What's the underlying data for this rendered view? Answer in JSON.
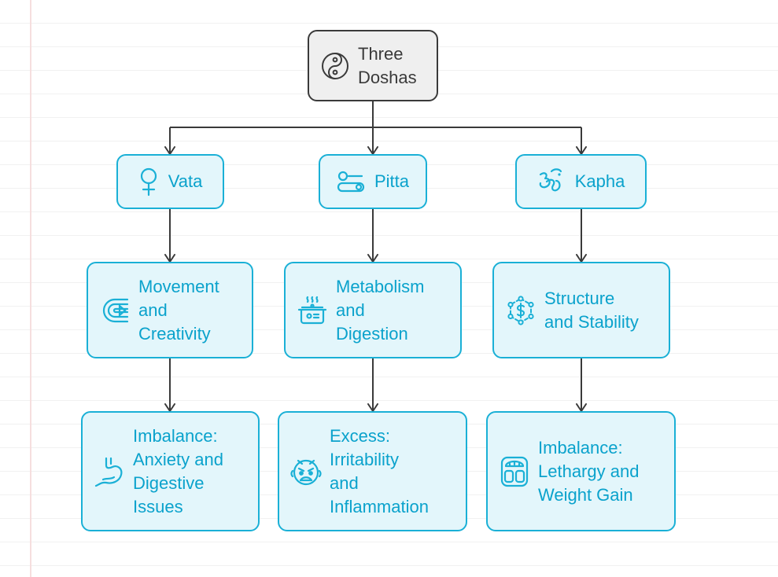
{
  "diagram": {
    "root": {
      "label": "Three\nDoshas",
      "icon": "yin-yang-icon"
    },
    "colors": {
      "accent": "#1ab0d6",
      "accent_text": "#0aa2cc",
      "node_fill": "#e3f6fb",
      "root_fill": "#efefef",
      "root_border": "#3a3a3a",
      "connector": "#3a3a3a"
    },
    "doshas": [
      {
        "label": "Vata",
        "icon": "venus-icon",
        "trait": {
          "label": "Movement\nand\nCreativity",
          "icon": "wind-spiral-icon"
        },
        "outcome": {
          "label": "Imbalance:\nAnxiety and\nDigestive\nIssues",
          "icon": "stomach-icon"
        }
      },
      {
        "label": "Pitta",
        "icon": "toggle-icon",
        "trait": {
          "label": "Metabolism\nand\nDigestion",
          "icon": "cooking-pot-icon"
        },
        "outcome": {
          "label": "Excess:\nIrritability\nand\nInflammation",
          "icon": "angry-face-icon"
        }
      },
      {
        "label": "Kapha",
        "icon": "om-icon",
        "trait": {
          "label": "Structure\nand Stability",
          "icon": "dollar-network-icon"
        },
        "outcome": {
          "label": "Imbalance:\nLethargy and\nWeight Gain",
          "icon": "weight-scale-icon"
        }
      }
    ]
  }
}
